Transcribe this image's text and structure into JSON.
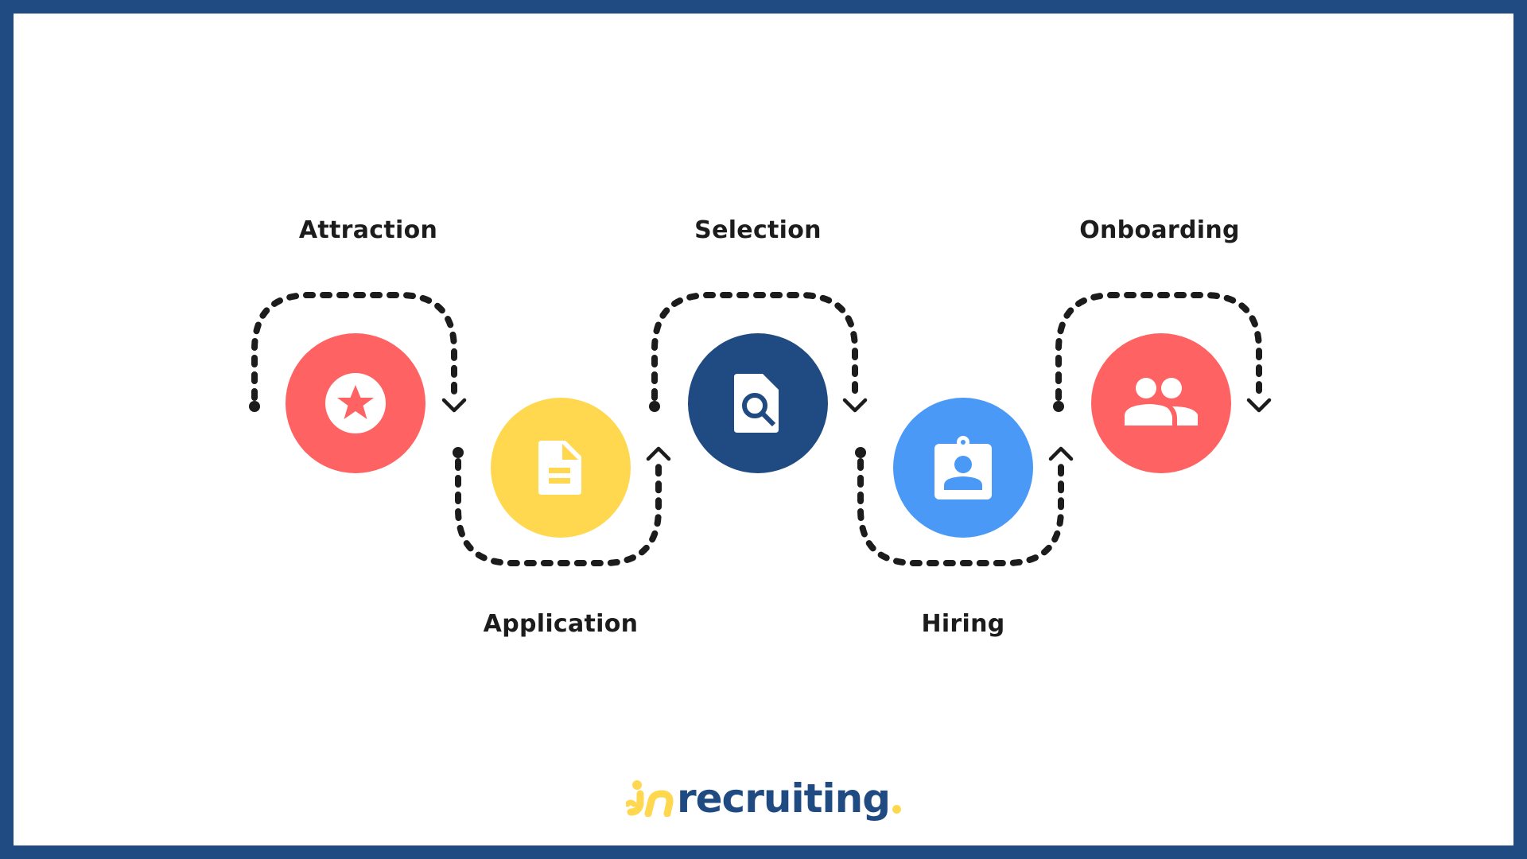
{
  "colors": {
    "frame": "#1f4a82",
    "background": "#ffffff",
    "connector": "#1c1c1c",
    "label_text": "#1c1c1c"
  },
  "steps": [
    {
      "label": "Attraction",
      "icon": "star-badge-icon",
      "color": "#ff6262",
      "position": "top"
    },
    {
      "label": "Application",
      "icon": "document-icon",
      "color": "#ffd84f",
      "position": "bottom"
    },
    {
      "label": "Selection",
      "icon": "document-search-icon",
      "color": "#1f4a82",
      "position": "top"
    },
    {
      "label": "Hiring",
      "icon": "id-badge-icon",
      "color": "#4a99f7",
      "position": "bottom"
    },
    {
      "label": "Onboarding",
      "icon": "people-group-icon",
      "color": "#ff6262",
      "position": "top"
    }
  ],
  "logo": {
    "mark": "in-mark-icon",
    "text": "recruiting",
    "mark_color": "#ffd84f",
    "text_color": "#1f4a82",
    "dot_color": "#ffd84f"
  }
}
